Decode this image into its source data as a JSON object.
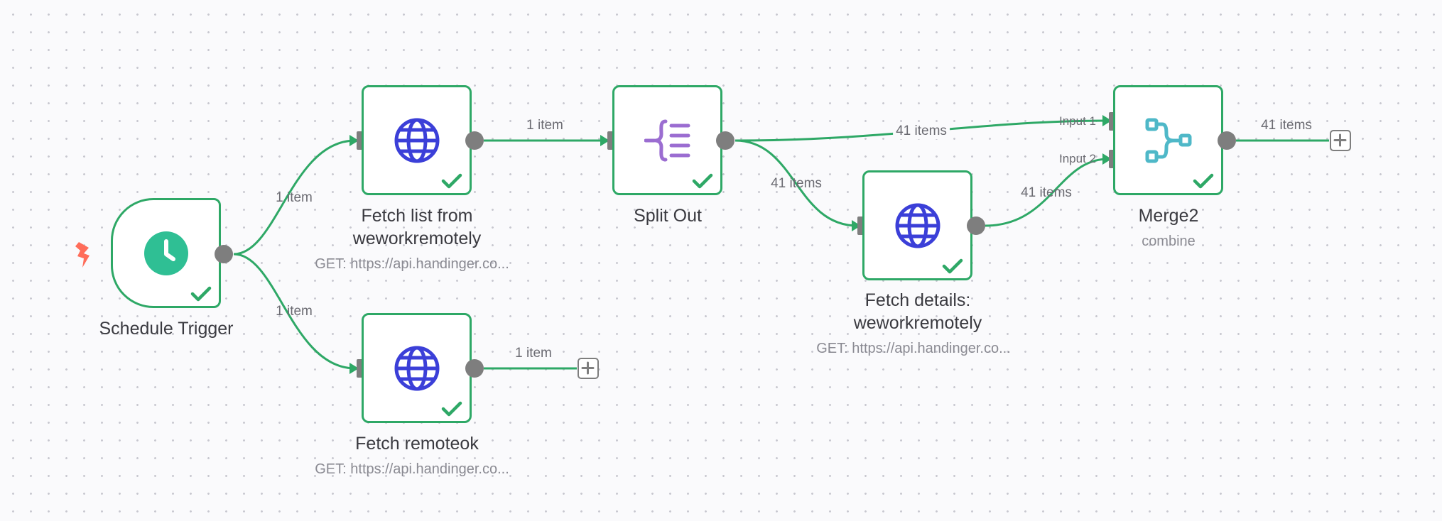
{
  "nodes": {
    "schedule_trigger": {
      "title": "Schedule Trigger",
      "icon": "clock-icon",
      "status": "success"
    },
    "fetch_list": {
      "title": "Fetch list from weworkremotely",
      "subtitle": "GET: https://api.handinger.co...",
      "icon": "globe-icon",
      "status": "success"
    },
    "fetch_remoteok": {
      "title": "Fetch remoteok",
      "subtitle": "GET: https://api.handinger.co...",
      "icon": "globe-icon",
      "status": "success"
    },
    "split_out": {
      "title": "Split Out",
      "icon": "split-out-icon",
      "status": "success"
    },
    "fetch_details": {
      "title": "Fetch details: weworkremotely",
      "subtitle": "GET: https://api.handinger.co...",
      "icon": "globe-icon",
      "status": "success"
    },
    "merge2": {
      "title": "Merge2",
      "subtitle": "combine",
      "icon": "merge-icon",
      "status": "success",
      "inputs": [
        "Input 1",
        "Input 2"
      ]
    }
  },
  "edges": {
    "trigger_to_fetch_list": "1 item",
    "trigger_to_fetch_remoteok": "1 item",
    "fetch_list_to_split_out": "1 item",
    "fetch_remoteok_out": "1 item",
    "split_out_to_merge": "41 items",
    "split_out_to_fetch_details": "41 items",
    "fetch_details_to_merge": "41 items",
    "merge_out": "41 items"
  },
  "colors": {
    "success": "#2ea866",
    "globe": "#3b3fd8",
    "clock": "#2fbf94",
    "split": "#9b6dd1",
    "merge": "#4fb8c8",
    "trigger": "#ff6d5a",
    "port": "#7e7e7e"
  }
}
